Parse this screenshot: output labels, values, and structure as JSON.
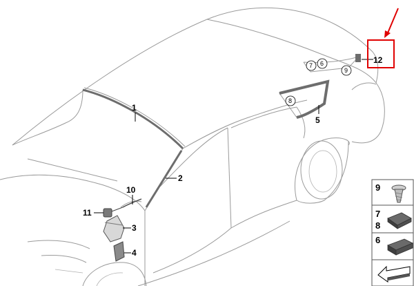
{
  "parts": {
    "p1": "1",
    "p2": "2",
    "p3": "3",
    "p4": "4",
    "p5": "5",
    "p10": "10",
    "p11": "11",
    "p12": "12"
  },
  "callouts": {
    "c7": "7",
    "c6": "6",
    "c9": "9",
    "c8": "8"
  },
  "legend": {
    "n9": "9",
    "n7": "7",
    "n8": "8",
    "n6": "6"
  },
  "colors": {
    "highlight": "#e00000",
    "line": "#9a9a9a"
  }
}
